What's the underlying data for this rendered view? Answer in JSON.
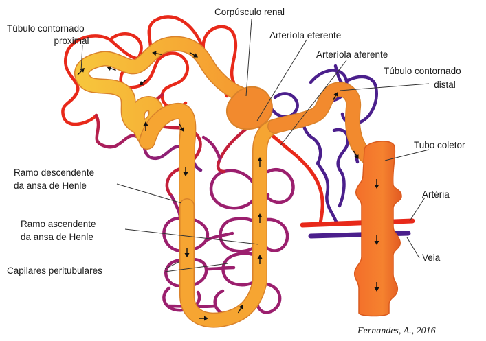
{
  "colors": {
    "arterial": "#e8291a",
    "arterial_dark": "#c31f3a",
    "transition": "#9b1f6e",
    "venous": "#4b1f8c",
    "tubule_light": "#f7c13a",
    "tubule_mid": "#f6a532",
    "tubule_orange": "#f28a2e",
    "collecting_duct": "#f46e2a",
    "outline": "#d9822b"
  },
  "labels": {
    "proximal_tubule": [
      "Túbulo contornado",
      "proximal"
    ],
    "renal_corpuscle": "Corpúsculo renal",
    "efferent_arteriole": "Arteríola eferente",
    "afferent_arteriole": "Arteríola aferente",
    "distal_tubule": [
      "Túbulo contornado",
      "distal"
    ],
    "collecting_duct": "Tubo coletor",
    "descending_limb": [
      "Ramo descendente",
      "da ansa de Henle"
    ],
    "ascending_limb": [
      "Ramo ascendente",
      "da ansa de Henle"
    ],
    "artery": "Artéria",
    "vein": "Veia",
    "peritubular_capillaries": "Capilares peritubulares"
  },
  "credit": "Fernandes, A., 2016",
  "icons": [
    "flow-direction-arrow"
  ]
}
